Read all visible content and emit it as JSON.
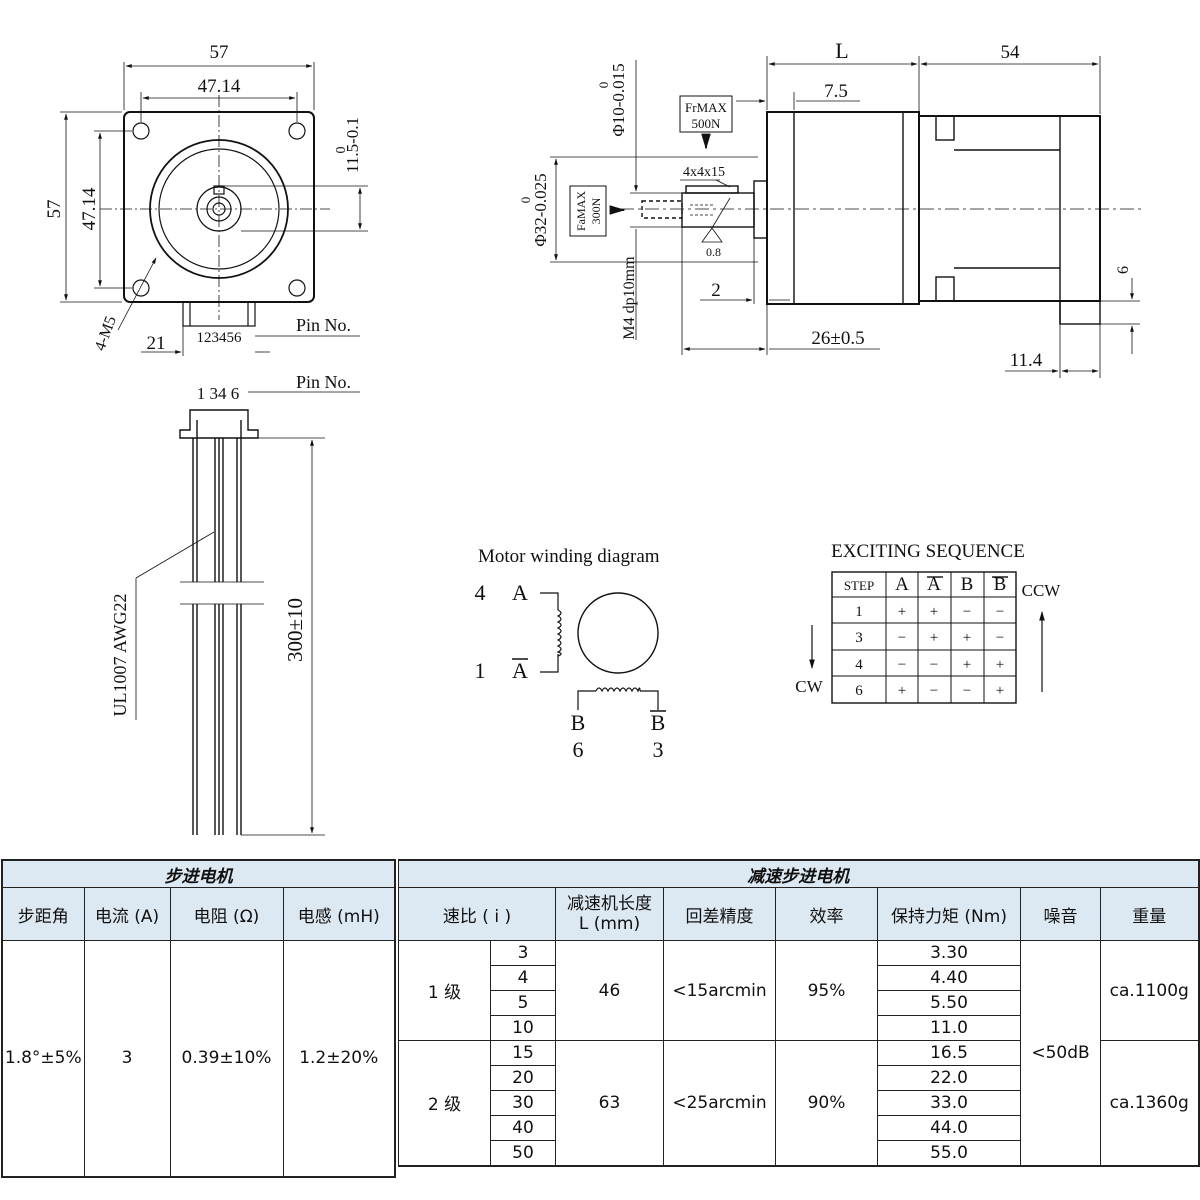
{
  "front_view": {
    "dim_width": "57",
    "dim_hole_spacing": "47.14",
    "dim_height": "57",
    "dim_hole_spacing_v": "47.14",
    "dim_shaft_tol_upper": "0",
    "dim_shaft_tol": "11.5-0.1",
    "dim_screw": "4-M5",
    "dim_connector_offset": "21",
    "connector_pins": "123456",
    "pin_label": "Pin No."
  },
  "side_view": {
    "dim_length": "L",
    "dim_motor_length": "54",
    "dim_shaft_dia_upper": "0",
    "dim_shaft_dia": "Φ10-0.015",
    "dim_flange_thickness": "7.5",
    "frmax_label": "FrMAX",
    "frmax_value": "500N",
    "key_size": "4x4x15",
    "dim_pilot_upper": "0",
    "dim_pilot": "Φ32-0.025",
    "famax_label": "FaMAX",
    "famax_value": "300N",
    "roughness": "0.8",
    "thread": "M4 dp10mm",
    "dim_pilot_depth": "2",
    "dim_shaft_length": "26±0.5",
    "dim_tail": "6",
    "dim_tail_length": "11.4"
  },
  "lead_wire": {
    "pin_numbers": "1 34 6",
    "pin_label": "Pin No.",
    "wire_spec": "UL1007  AWG22",
    "wire_length": "300±10"
  },
  "winding": {
    "title": "Motor winding diagram",
    "pin_a_num": "4",
    "pin_a": "A",
    "pin_abar_num": "1",
    "pin_abar": "A",
    "pin_b": "B",
    "pin_bbar": "B",
    "pin_b_num": "6",
    "pin_bbar_num": "3"
  },
  "sequence": {
    "title": "EXCITING SEQUENCE",
    "headers": [
      "STEP",
      "A",
      "A",
      "B",
      "B"
    ],
    "rows": [
      [
        "1",
        "+",
        "+",
        "−",
        "−"
      ],
      [
        "3",
        "−",
        "+",
        "+",
        "−"
      ],
      [
        "4",
        "−",
        "−",
        "+",
        "+"
      ],
      [
        "6",
        "+",
        "−",
        "−",
        "+"
      ]
    ],
    "cw": "CW",
    "ccw": "CCW"
  },
  "spec_table": {
    "motor_group": "步进电机",
    "gear_group": "减速步进电机",
    "motor_headers": [
      "步距角",
      "电流 (A)",
      "电阻 (Ω)",
      "电感 (mH)"
    ],
    "motor_values": [
      "1.8°±5%",
      "3",
      "0.39±10%",
      "1.2±20%"
    ],
    "gear_headers": {
      "ratio": "速比 ( i )",
      "length_1": "减速机长度",
      "length_2": "L (mm)",
      "backlash": "回差精度",
      "efficiency": "效率",
      "torque": "保持力矩 (Nm)",
      "noise": "噪音",
      "weight": "重量"
    },
    "stages": [
      {
        "name": "1 级",
        "ratios": [
          "3",
          "4",
          "5",
          "10"
        ],
        "torques": [
          "3.30",
          "4.40",
          "5.50",
          "11.0"
        ],
        "length": "46",
        "backlash": "<15arcmin",
        "efficiency": "95%",
        "weight": "ca.1100g"
      },
      {
        "name": "2 级",
        "ratios": [
          "15",
          "20",
          "30",
          "40",
          "50"
        ],
        "torques": [
          "16.5",
          "22.0",
          "33.0",
          "44.0",
          "55.0"
        ],
        "length": "63",
        "backlash": "<25arcmin",
        "efficiency": "90%",
        "weight": "ca.1360g"
      }
    ],
    "noise": "<50dB"
  }
}
